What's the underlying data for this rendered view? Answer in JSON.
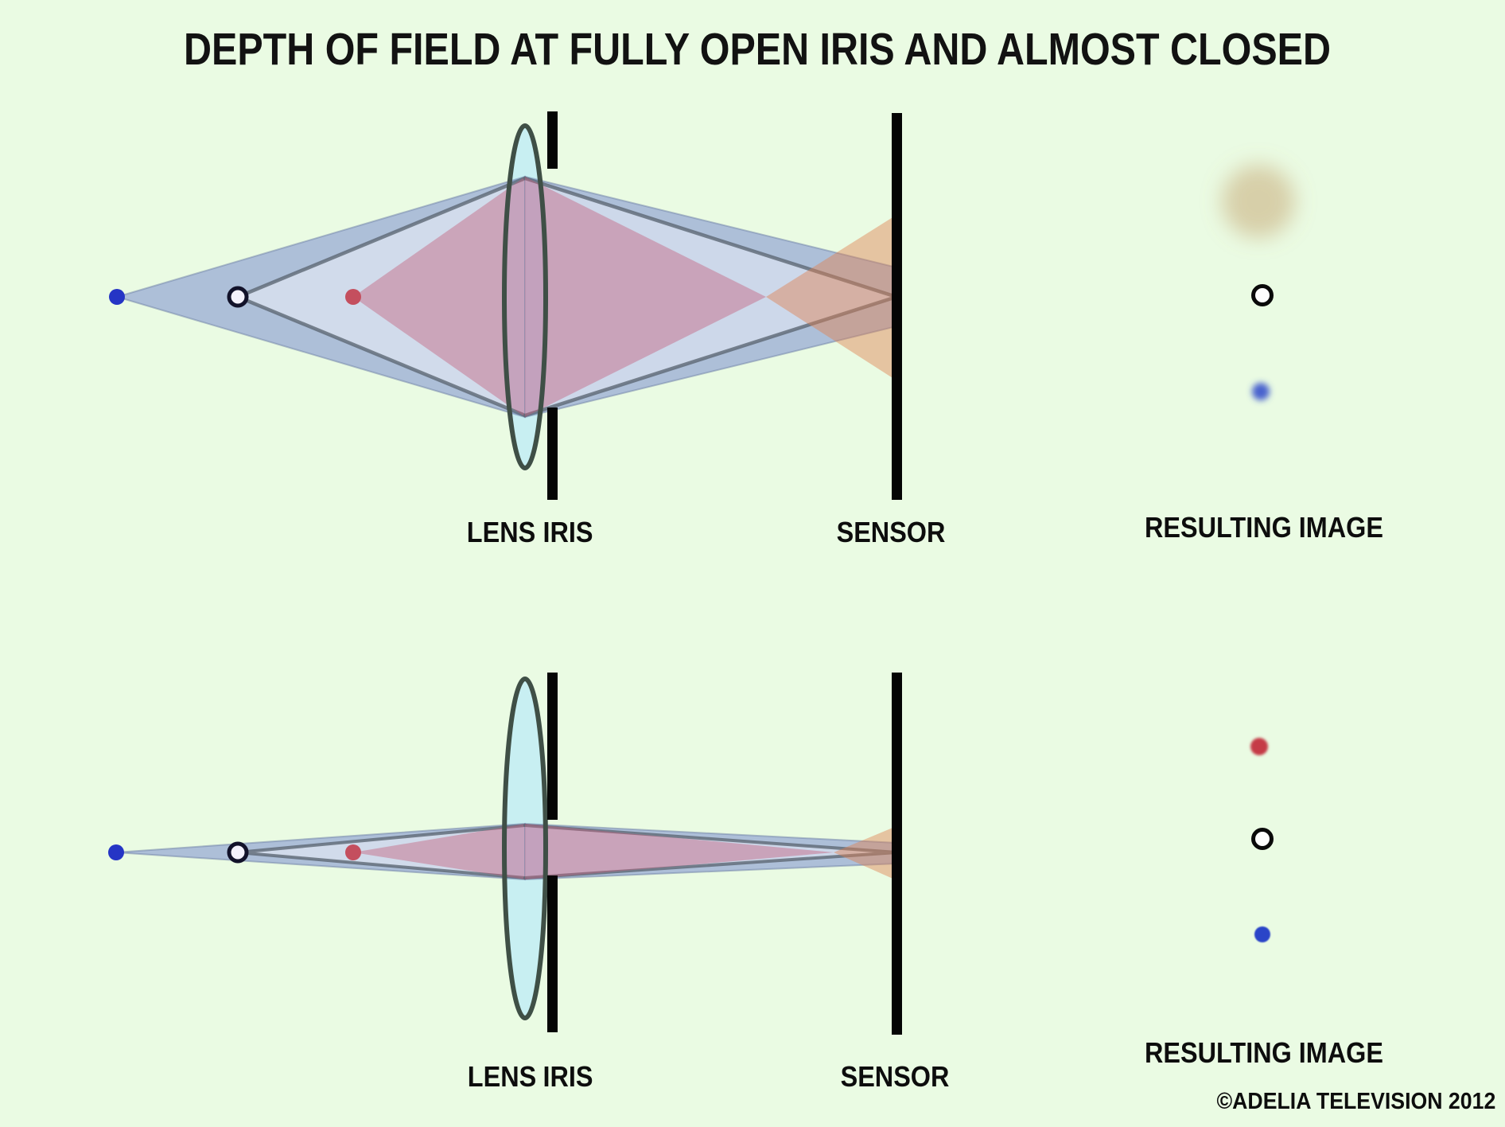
{
  "title": "DEPTH OF FIELD AT FULLY OPEN IRIS AND ALMOST CLOSED",
  "colors": {
    "background": "#eafbe3",
    "text": "#0d0d0d",
    "barrier": "#050505",
    "lens_fill": "#c2ecf4",
    "lens_stroke": "#3f4f46",
    "cone_blue": "#4a5ec8",
    "cone_blue_edge": "#6e7fa6",
    "cone_focus_fill": "#eef2fb",
    "cone_focus_stroke": "#5c6874",
    "cone_red": "#c45a78",
    "cone_red_defocus": "#e08050",
    "point_blue": "#2535c5",
    "point_red": "#c44f5e",
    "ring_stroke": "#12122a",
    "ring_fill": "#f4f2fc",
    "result_ring_stroke": "#0a0a0a",
    "result_ring_fill": "#fdfdfd",
    "result_red_blur_open": "#c09a62",
    "result_blue_blur_open": "#3a55cc",
    "result_red_closed": "#c53a46",
    "result_blue_closed": "#2b44c8"
  },
  "diagram_open_iris": {
    "labels": {
      "lens": "LENS",
      "iris": "IRIS",
      "sensor": "SENSOR",
      "result": "RESULTING IMAGE"
    }
  },
  "diagram_closed_iris": {
    "labels": {
      "lens": "LENS",
      "iris": "IRIS",
      "sensor": "SENSOR",
      "result": "RESULTING IMAGE"
    }
  },
  "footer": {
    "copyright": "©ADELIA TELEVISION 2012"
  }
}
